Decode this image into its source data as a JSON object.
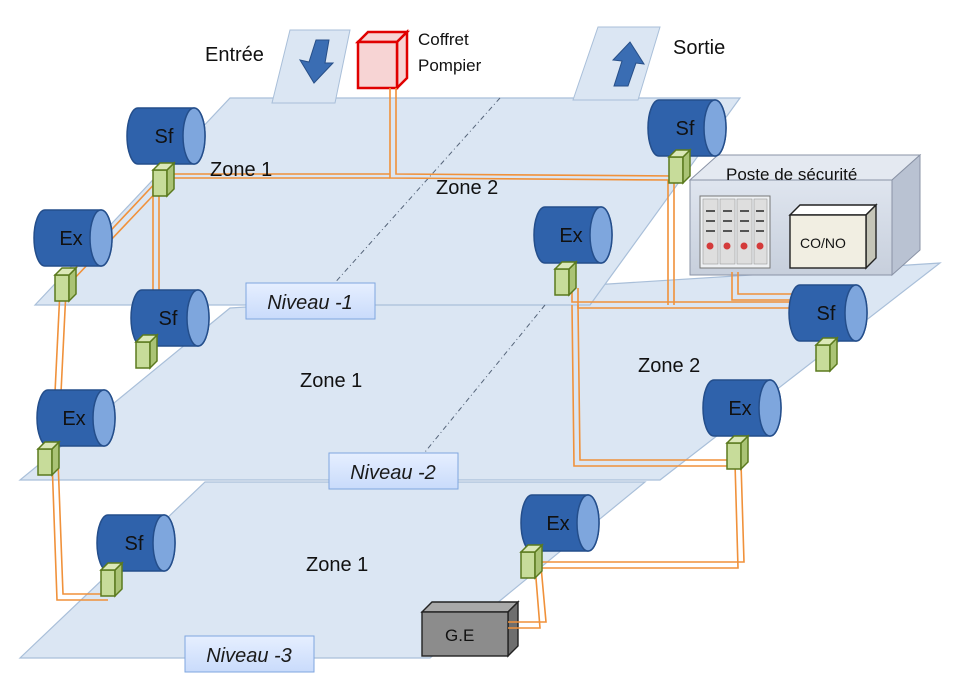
{
  "arrows": {
    "entry_label": "Entrée",
    "exit_label": "Sortie"
  },
  "coffret": {
    "line1": "Coffret",
    "line2": "Pompier"
  },
  "levels": [
    {
      "label": "Niveau -1",
      "zones": [
        "Zone 1",
        "Zone 2"
      ]
    },
    {
      "label": "Niveau -2",
      "zones": [
        "Zone 1",
        "Zone 2"
      ]
    },
    {
      "label": "Niveau -3",
      "zones": [
        "Zone 1"
      ]
    }
  ],
  "fans": {
    "smoke": "Sf",
    "extract": "Ex"
  },
  "security_post": {
    "title": "Poste de sécurité",
    "co_no": "CO/NO"
  },
  "generator": {
    "label": "G.E"
  },
  "colors": {
    "floor": "#dbe6f3",
    "floor_stroke": "#a9bfd9",
    "fan": "#2f62ab",
    "fan_dark": "#244e8b",
    "fan_light": "#7ea6dd",
    "cable": "#f0913a",
    "coffret": "#e00000",
    "generator": "#8c8c8c",
    "sensor": "#c7dc9a",
    "sensor_stroke": "#5b7a1e"
  }
}
